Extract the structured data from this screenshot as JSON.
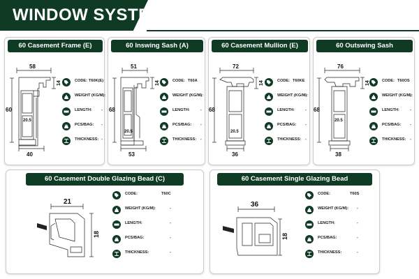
{
  "title": "WINDOW SYSTEM",
  "spec_labels": {
    "code": "CODE:",
    "weight": "WEIGHT (KG/M):",
    "length": "LENGTH:",
    "pcs": "PCS/BAG:",
    "thickness": "THICKNESS:"
  },
  "icons": {
    "code": "tag-icon",
    "weight": "weight-icon",
    "length": "ruler-icon",
    "pcs": "bag-icon",
    "thickness": "i-beam-icon"
  },
  "colors": {
    "brand": "#0f3a24"
  },
  "cards": [
    {
      "title": "60 Casement Frame (E)",
      "code": "T60K(E)",
      "weight": "-",
      "length": "-",
      "pcs": "-",
      "thickness": "-",
      "dims": {
        "top": "58",
        "right": "14",
        "left": "60",
        "inner": "20.5",
        "bottom": "40"
      }
    },
    {
      "title": "60 Inswing Sash (A)",
      "code": "T60A",
      "weight": "-",
      "length": "-",
      "pcs": "-",
      "thickness": "-",
      "dims": {
        "top": "51",
        "right": "14",
        "left": "68",
        "inner": "20.5",
        "bottom": "53"
      }
    },
    {
      "title": "60 Casement Mullion (E)",
      "code": "T60KE",
      "weight": "-",
      "length": "-",
      "pcs": "-",
      "thickness": "-",
      "dims": {
        "top": "72",
        "right": "14",
        "left": "68",
        "inner": "20.5",
        "bottom": "36"
      }
    },
    {
      "title": "60 Outswing Sash",
      "code": "T60OS",
      "weight": "-",
      "length": "-",
      "pcs": "-",
      "thickness": "-",
      "dims": {
        "top": "76",
        "right": "14",
        "left": "68",
        "inner": "20.5",
        "bottom": "38"
      }
    },
    {
      "title": "60 Casement Double Glazing Bead (C)",
      "code": "T60C",
      "weight": "-",
      "length": "-",
      "pcs": "-",
      "thickness": "-",
      "dims": {
        "top": "21",
        "right": "18"
      }
    },
    {
      "title": "60 Casement Single Glazing Bead",
      "code": "T60S",
      "weight": "-",
      "length": "-",
      "pcs": "-",
      "thickness": "-",
      "dims": {
        "top": "36",
        "right": "18"
      }
    }
  ]
}
